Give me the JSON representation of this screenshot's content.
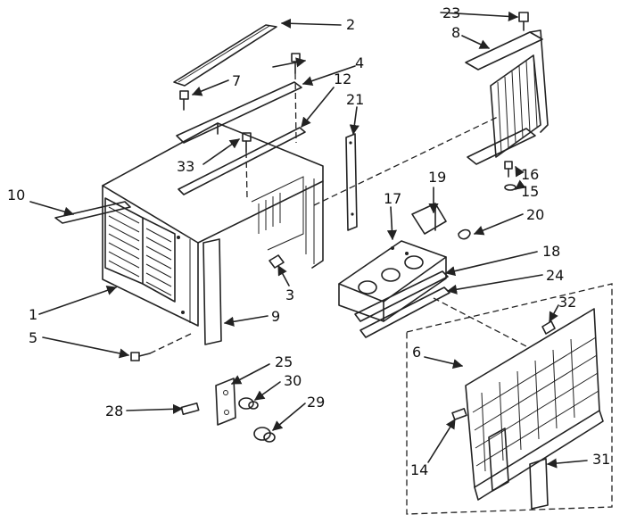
{
  "diagram": {
    "callouts": [
      "1",
      "2",
      "3",
      "4",
      "5",
      "6",
      "7",
      "8",
      "9",
      "10",
      "12",
      "14",
      "15",
      "16",
      "17",
      "18",
      "19",
      "20",
      "21",
      "23",
      "24",
      "25",
      "28",
      "29",
      "30",
      "31",
      "32",
      "33"
    ],
    "line_color": "#222222",
    "background": "#ffffff"
  }
}
